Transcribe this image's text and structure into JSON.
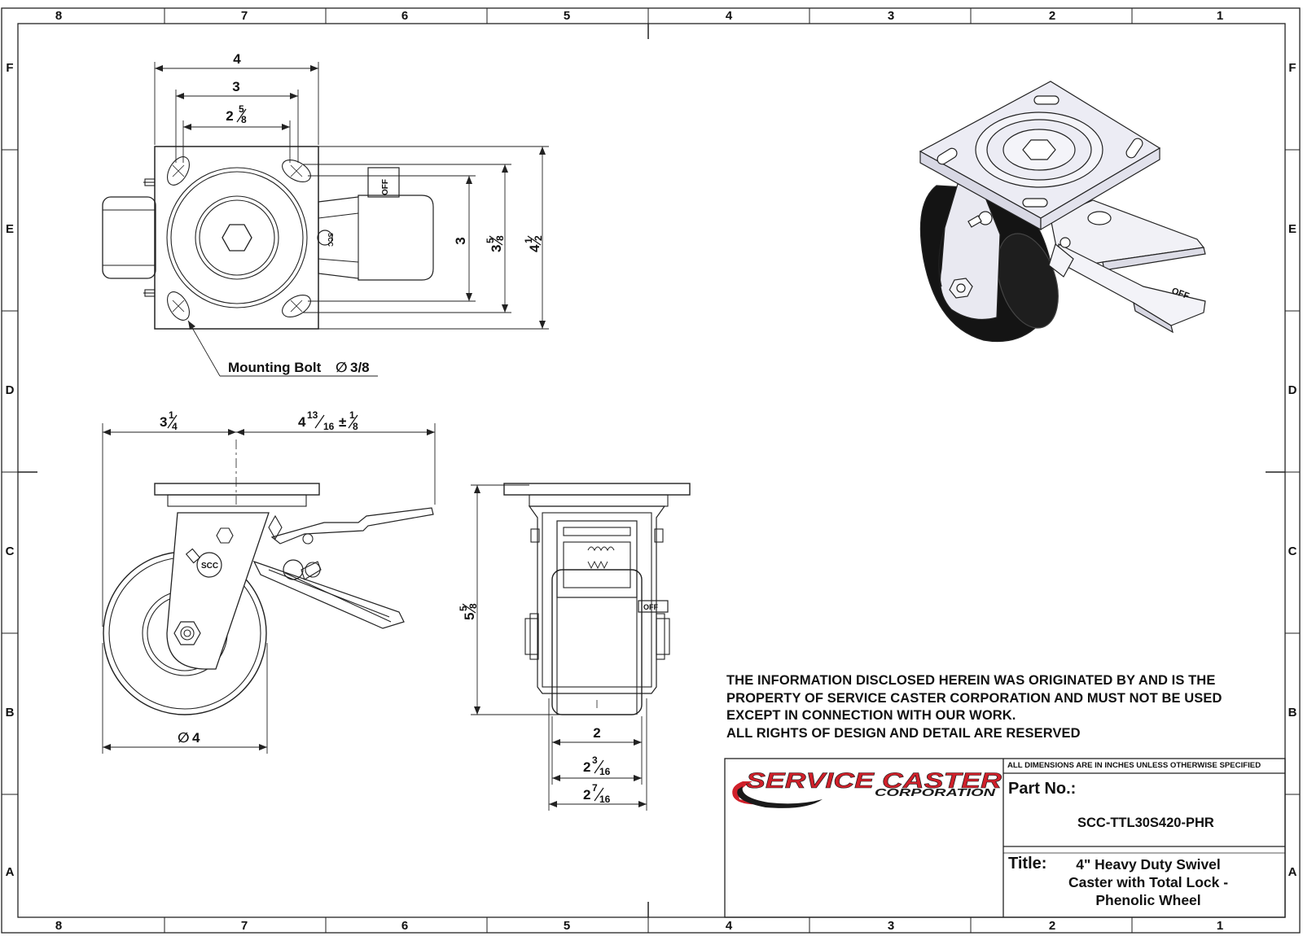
{
  "border": {
    "columns": [
      "8",
      "7",
      "6",
      "5",
      "4",
      "3",
      "2",
      "1"
    ],
    "rows": [
      "F",
      "E",
      "D",
      "C",
      "B",
      "A"
    ]
  },
  "top_view": {
    "dims": {
      "plate_width": "4",
      "bolt_spacing_x": "3",
      "slot_spacing_whole": "2",
      "slot_spacing_num": "5",
      "slot_spacing_den": "8",
      "bolt_spacing_y": "3",
      "slot_y_whole": "3",
      "slot_y_num": "5",
      "slot_y_den": "8",
      "plate_length_whole": "4",
      "plate_length_num": "1",
      "plate_length_den": "2"
    },
    "mounting_bolt_label": "Mounting Bolt",
    "mounting_bolt_symbol": "∅",
    "mounting_bolt_size": "3/8",
    "brake_label": "OFF",
    "logo_mark": "SCC"
  },
  "side_view": {
    "dims": {
      "offset_whole": "3",
      "offset_num": "1",
      "offset_den": "4",
      "brake_ext_whole": "4",
      "brake_ext_num": "13",
      "brake_ext_den": "16",
      "brake_tol": "±",
      "brake_tol_num": "1",
      "brake_tol_den": "8",
      "wheel_dia_symbol": "∅",
      "wheel_dia": "4"
    },
    "logo_mark": "SCC"
  },
  "front_view": {
    "dims": {
      "height_whole": "5",
      "height_num": "5",
      "height_den": "8",
      "tread_width": "2",
      "hub_whole": "2",
      "hub_num": "3",
      "hub_den": "16",
      "overall_whole": "2",
      "overall_num": "7",
      "overall_den": "16"
    },
    "brake_label": "OFF"
  },
  "iso_view": {
    "brake_label": "OFF"
  },
  "notice": {
    "lines": [
      "THE INFORMATION DISCLOSED HEREIN WAS ORIGINATED BY AND IS THE",
      "PROPERTY OF SERVICE CASTER CORPORATION AND MUST NOT BE USED",
      "EXCEPT IN CONNECTION WITH OUR WORK.",
      "ALL RIGHTS OF DESIGN AND DETAIL ARE RESERVED"
    ]
  },
  "title_block": {
    "logo_line1": "SERVICE CASTER",
    "logo_line2": "CORPORATION",
    "units_note": "ALL DIMENSIONS ARE IN INCHES UNLESS OTHERWISE SPECIFIED",
    "part_no_label": "Part No.:",
    "part_no": "SCC-TTL30S420-PHR",
    "title_label": "Title:",
    "title_lines": [
      "4\" Heavy Duty Swivel",
      "Caster with Total Lock -",
      "Phenolic Wheel"
    ]
  },
  "colors": {
    "line": "#222222",
    "logo_red": "#d0202a",
    "logo_dark": "#1a1a1a",
    "wheel_black": "#141414",
    "plate_fill": "#ececf4"
  }
}
